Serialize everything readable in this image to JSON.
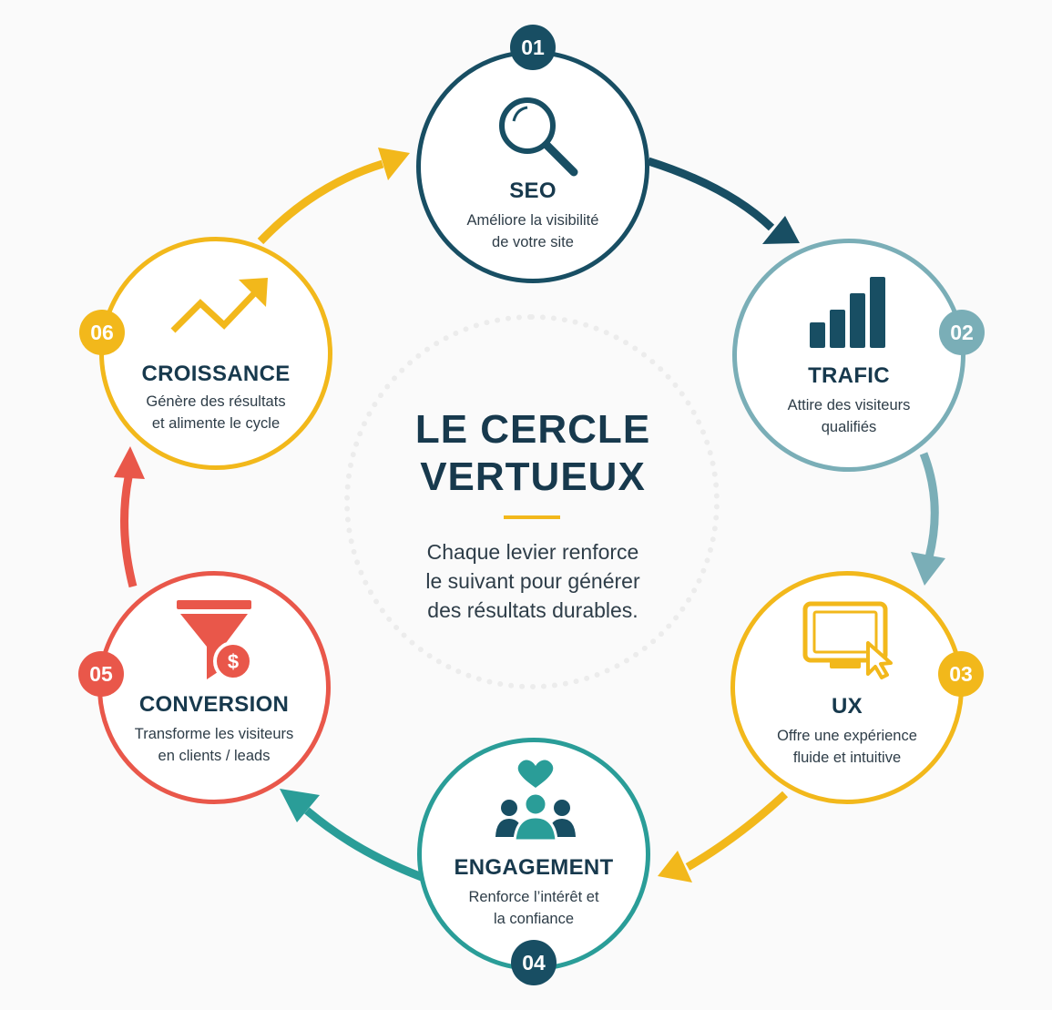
{
  "center": {
    "title_line1": "LE CERCLE",
    "title_line2": "VERTUEUX",
    "subtitle_line1": "Chaque levier renforce",
    "subtitle_line2": "le suivant pour générer",
    "subtitle_line3": "des résultats durables."
  },
  "steps": [
    {
      "number": "01",
      "title": "SEO",
      "desc_line1": "Améliore la visibilité",
      "desc_line2": "de votre site",
      "icon": "search-icon",
      "color": "#184e63"
    },
    {
      "number": "02",
      "title": "TRAFIC",
      "desc_line1": "Attire des visiteurs",
      "desc_line2": "qualifiés",
      "icon": "bar-chart-icon",
      "color": "#7aaeb7"
    },
    {
      "number": "03",
      "title": "UX",
      "desc_line1": "Offre une expérience",
      "desc_line2": "fluide et intuitive",
      "icon": "screen-cursor-icon",
      "color": "#f2b81b"
    },
    {
      "number": "04",
      "title": "ENGAGEMENT",
      "desc_line1": "Renforce l’intérêt et",
      "desc_line2": "la confiance",
      "icon": "heart-people-icon",
      "color": "#2a9d98"
    },
    {
      "number": "05",
      "title": "CONVERSION",
      "desc_line1": "Transforme les visiteurs",
      "desc_line2": "en clients / leads",
      "icon": "funnel-dollar-icon",
      "color": "#e9574a"
    },
    {
      "number": "06",
      "title": "CROISSANCE",
      "desc_line1": "Génère des résultats",
      "desc_line2": "et alimente le cycle",
      "icon": "trend-up-icon",
      "color": "#f2b81b"
    }
  ],
  "colors": {
    "navy": "#184e63",
    "light_teal": "#7aaeb7",
    "yellow": "#f2b81b",
    "teal": "#2a9d98",
    "red": "#e9574a",
    "text_dark": "#17394d"
  }
}
